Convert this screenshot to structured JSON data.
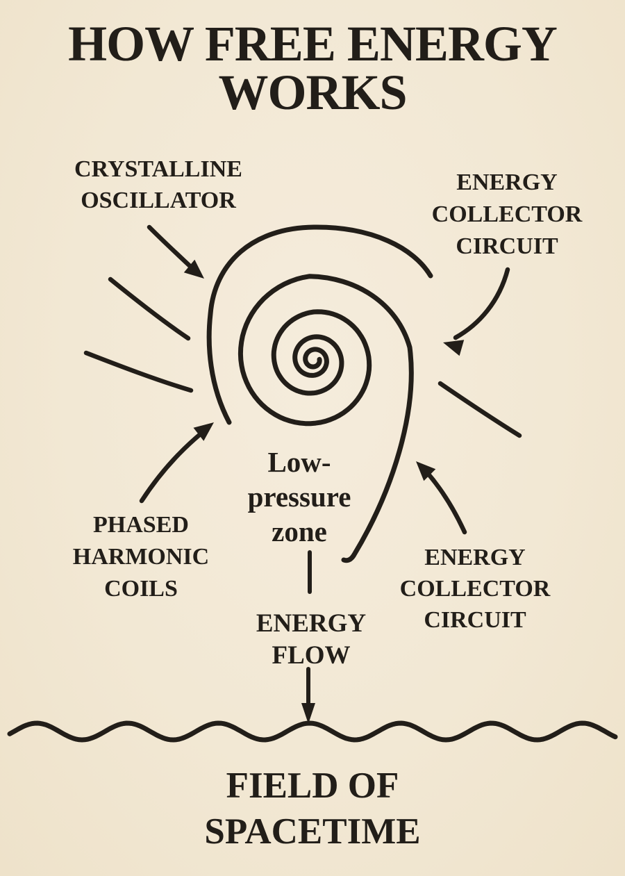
{
  "canvas": {
    "paper_color": "#f2e8d4",
    "ink_color": "#221e19"
  },
  "title": {
    "line1": "HOW FREE ENERGY",
    "line2": "WORKS"
  },
  "labels": {
    "crystalline_oscillator": {
      "line1": "CRYSTALLINE",
      "line2": "OSCILLATOR"
    },
    "energy_collector_top": {
      "line1": "ENERGY",
      "line2": "COLLECTOR",
      "line3": "CIRCUIT"
    },
    "low_pressure_zone": {
      "line1": "Low-",
      "line2": "pressure",
      "line3": "zone"
    },
    "phased_harmonic_coils": {
      "line1": "PHASED",
      "line2": "HARMONIC",
      "line3": "COILS"
    },
    "energy_collector_bottom": {
      "line1": "ENERGY",
      "line2": "COLLECTOR",
      "line3": "CIRCUIT"
    },
    "energy_flow": {
      "line1": "ENERGY",
      "line2": "FLOW"
    },
    "field_of_spacetime": {
      "line1": "FIELD OF",
      "line2": "SPACETIME"
    }
  },
  "icons": {
    "spiral": "spiral-vortex-icon",
    "wave": "spacetime-wavy-line-icon",
    "arrows": [
      "arrow-crystalline-oscillator",
      "arrow-energy-collector-top",
      "arrow-phased-harmonic-coils",
      "arrow-energy-collector-bottom",
      "arrow-energy-flow"
    ],
    "field_lines": [
      "field-line-left-1",
      "field-line-left-2",
      "field-line-right-1"
    ]
  }
}
